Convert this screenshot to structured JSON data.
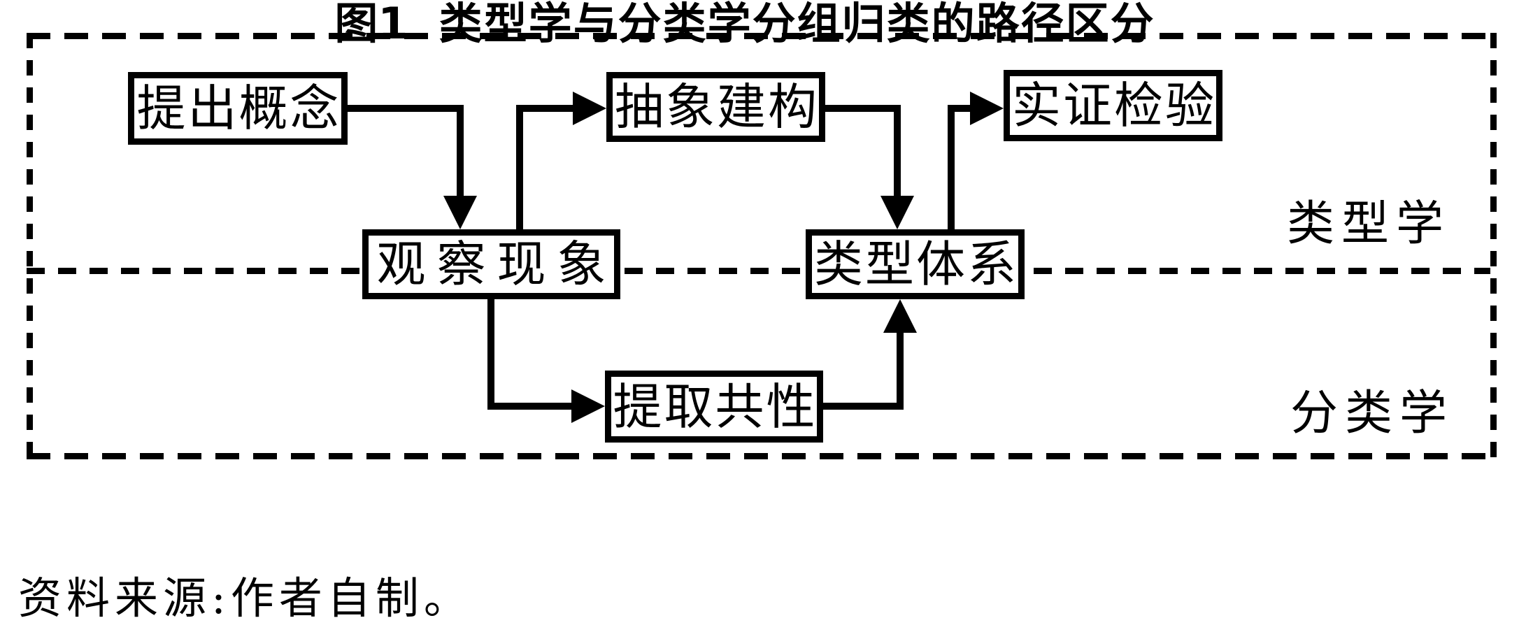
{
  "figure": {
    "caption_label": "图1",
    "caption_title": "类型学与分类学分组归类的路径区分",
    "source_note": "资料来源:作者自制。"
  },
  "diagram": {
    "colors": {
      "line": "#000000",
      "background": "#ffffff"
    },
    "region_labels": [
      {
        "id": "typology",
        "text": "类型学",
        "position": "upper-right"
      },
      {
        "id": "taxonomy",
        "text": "分类学",
        "position": "lower-right"
      }
    ],
    "nodes": [
      {
        "id": "propose-concept",
        "text": "提出概念",
        "region": "typology"
      },
      {
        "id": "abstract-construction",
        "text": "抽象建构",
        "region": "typology"
      },
      {
        "id": "empirical-test",
        "text": "实证检验",
        "region": "typology"
      },
      {
        "id": "observe-phenomena",
        "text": "观察现象",
        "region": "boundary"
      },
      {
        "id": "type-system",
        "text": "类型体系",
        "region": "boundary"
      },
      {
        "id": "extract-commonality",
        "text": "提取共性",
        "region": "taxonomy"
      }
    ],
    "edges": [
      {
        "from": "提出概念",
        "to": "观察现象"
      },
      {
        "from": "观察现象",
        "to": "抽象建构"
      },
      {
        "from": "抽象建构",
        "to": "类型体系"
      },
      {
        "from": "类型体系",
        "to": "实证检验"
      },
      {
        "from": "观察现象",
        "to": "提取共性"
      },
      {
        "from": "提取共性",
        "to": "类型体系"
      }
    ]
  }
}
